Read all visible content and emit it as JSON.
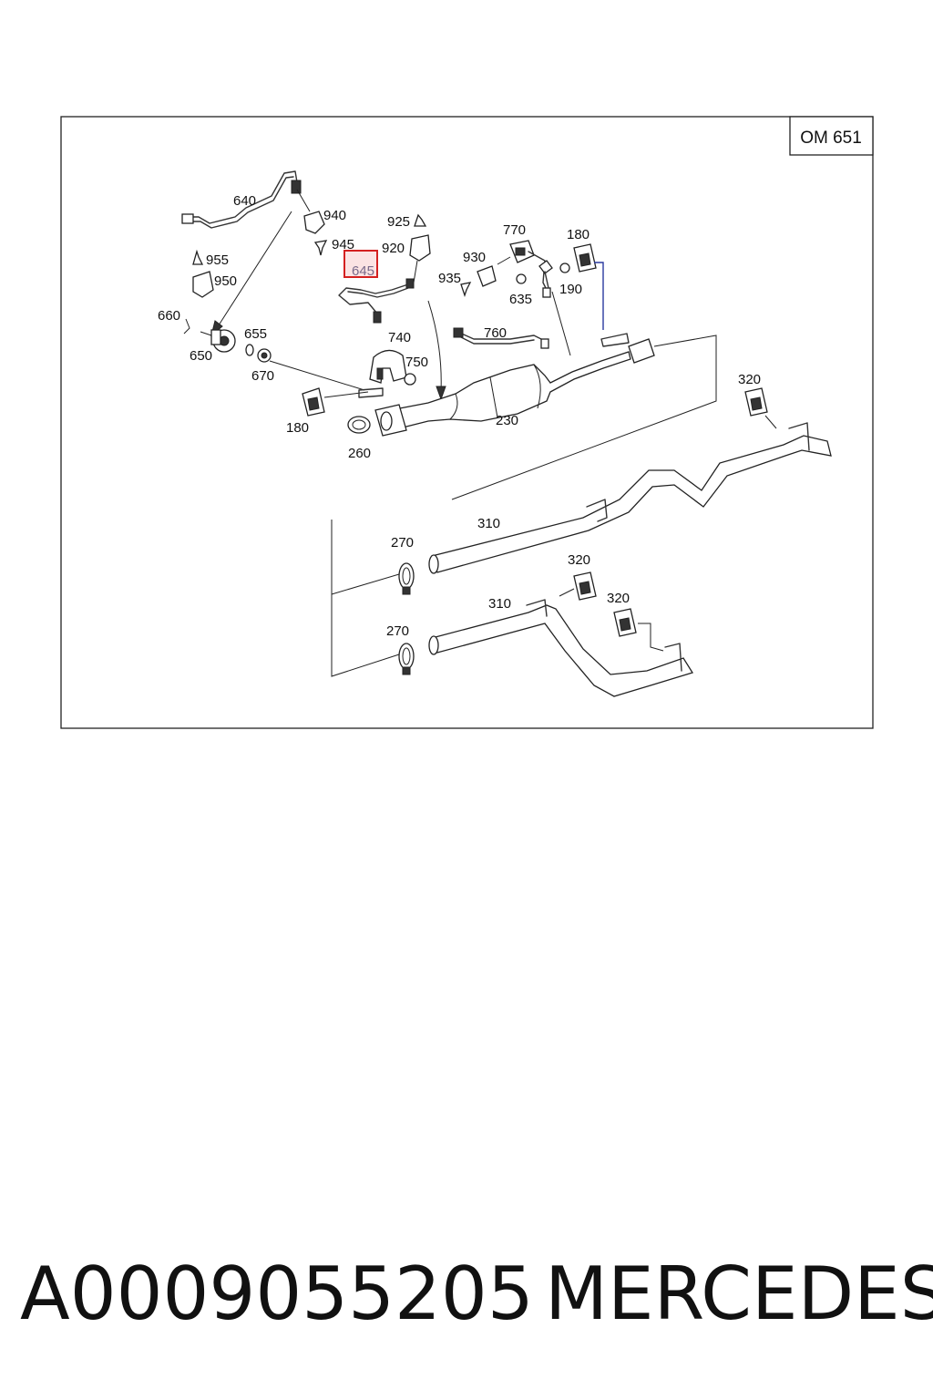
{
  "diagram": {
    "engine_label": "OM 651",
    "highlighted_callout": "645",
    "callouts": {
      "c640": "640",
      "c940": "940",
      "c945": "945",
      "c925": "925",
      "c920": "920",
      "c955": "955",
      "c950": "950",
      "c645": "645",
      "c770": "770",
      "c180a": "180",
      "c930": "930",
      "c935": "935",
      "c635": "635",
      "c190": "190",
      "c660": "660",
      "c650": "650",
      "c655": "655",
      "c670": "670",
      "c740": "740",
      "c750": "750",
      "c760": "760",
      "c180b": "180",
      "c260": "260",
      "c230": "230",
      "c320a": "320",
      "c310a": "310",
      "c270a": "270",
      "c320b": "320",
      "c310b": "310",
      "c320c": "320",
      "c270b": "270"
    }
  },
  "footer": {
    "part_number": "A0009055205",
    "brand": "MERCEDES"
  },
  "colors": {
    "highlight_border": "#d42020",
    "highlight_fill": "#fbe3e3",
    "line": "#333333"
  }
}
